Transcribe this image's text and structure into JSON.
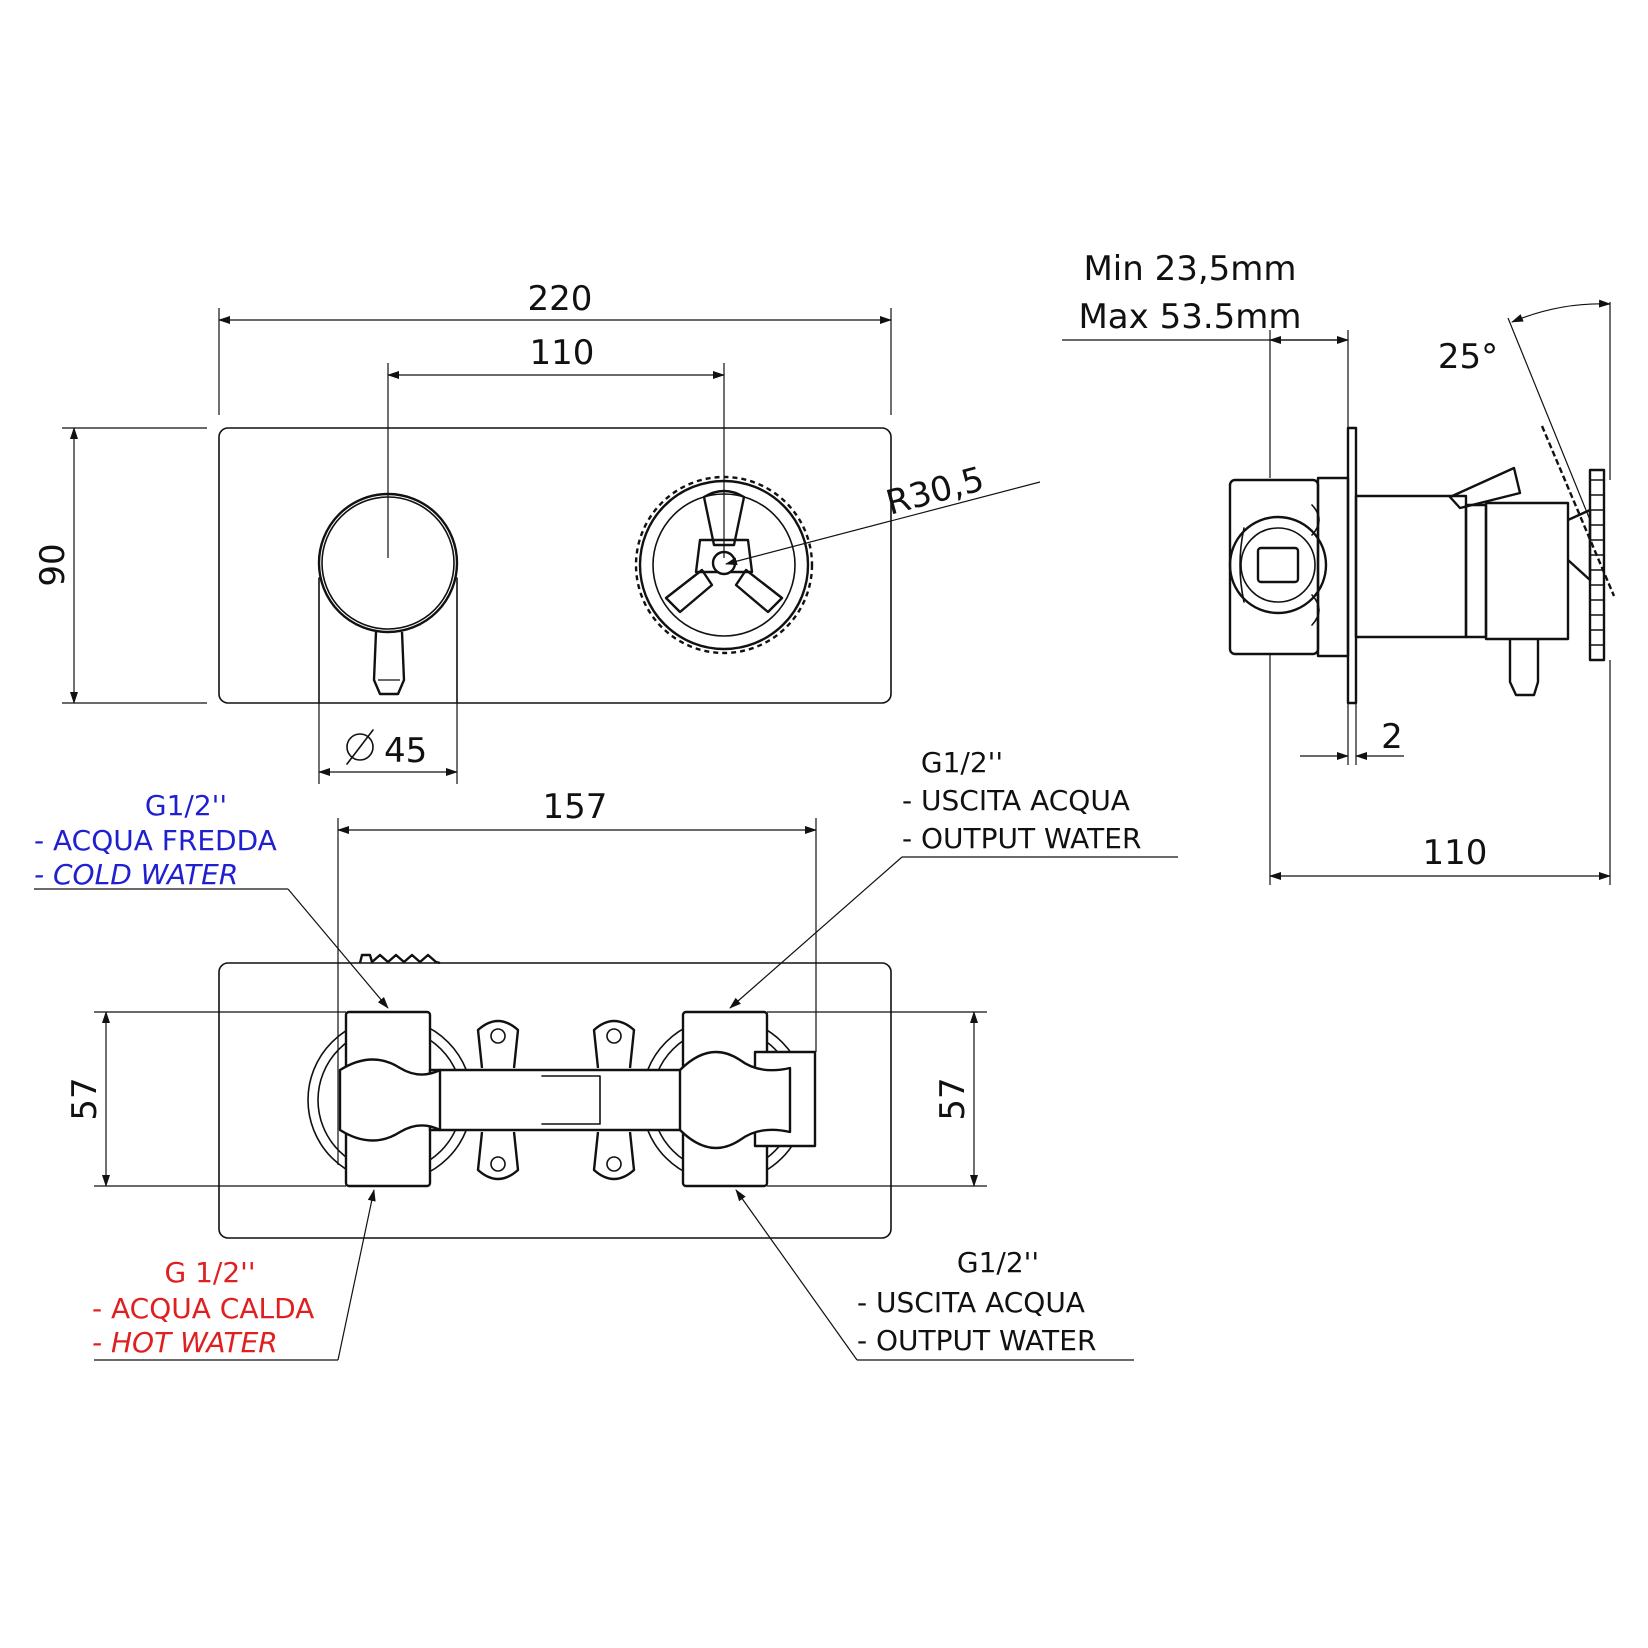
{
  "dimensions": {
    "width_total": "220",
    "knob_spacing": "110",
    "height": "90",
    "knob_diameter": "45",
    "wheel_radius": "R30,5",
    "connection_spacing": "157",
    "height_left": "57",
    "height_right": "57",
    "depth_min": "Min 23,5mm",
    "depth_max": "Max 53.5mm",
    "angle": "25°",
    "plate_thickness": "2",
    "side_depth": "110"
  },
  "labels": {
    "cold": {
      "size": "G1/2''",
      "it": "- ACQUA FREDDA",
      "en": "- COLD WATER"
    },
    "hot": {
      "size": "G 1/2''",
      "it": "- ACQUA CALDA",
      "en": "- HOT WATER"
    },
    "output_top": {
      "size": "G1/2''",
      "it": "- USCITA ACQUA",
      "en": "- OUTPUT WATER"
    },
    "output_bottom": {
      "size": "G1/2''",
      "it": "- USCITA ACQUA",
      "en": "- OUTPUT WATER"
    }
  },
  "colors": {
    "line": "#111111",
    "cold": "#2020d0",
    "hot": "#e02020"
  }
}
